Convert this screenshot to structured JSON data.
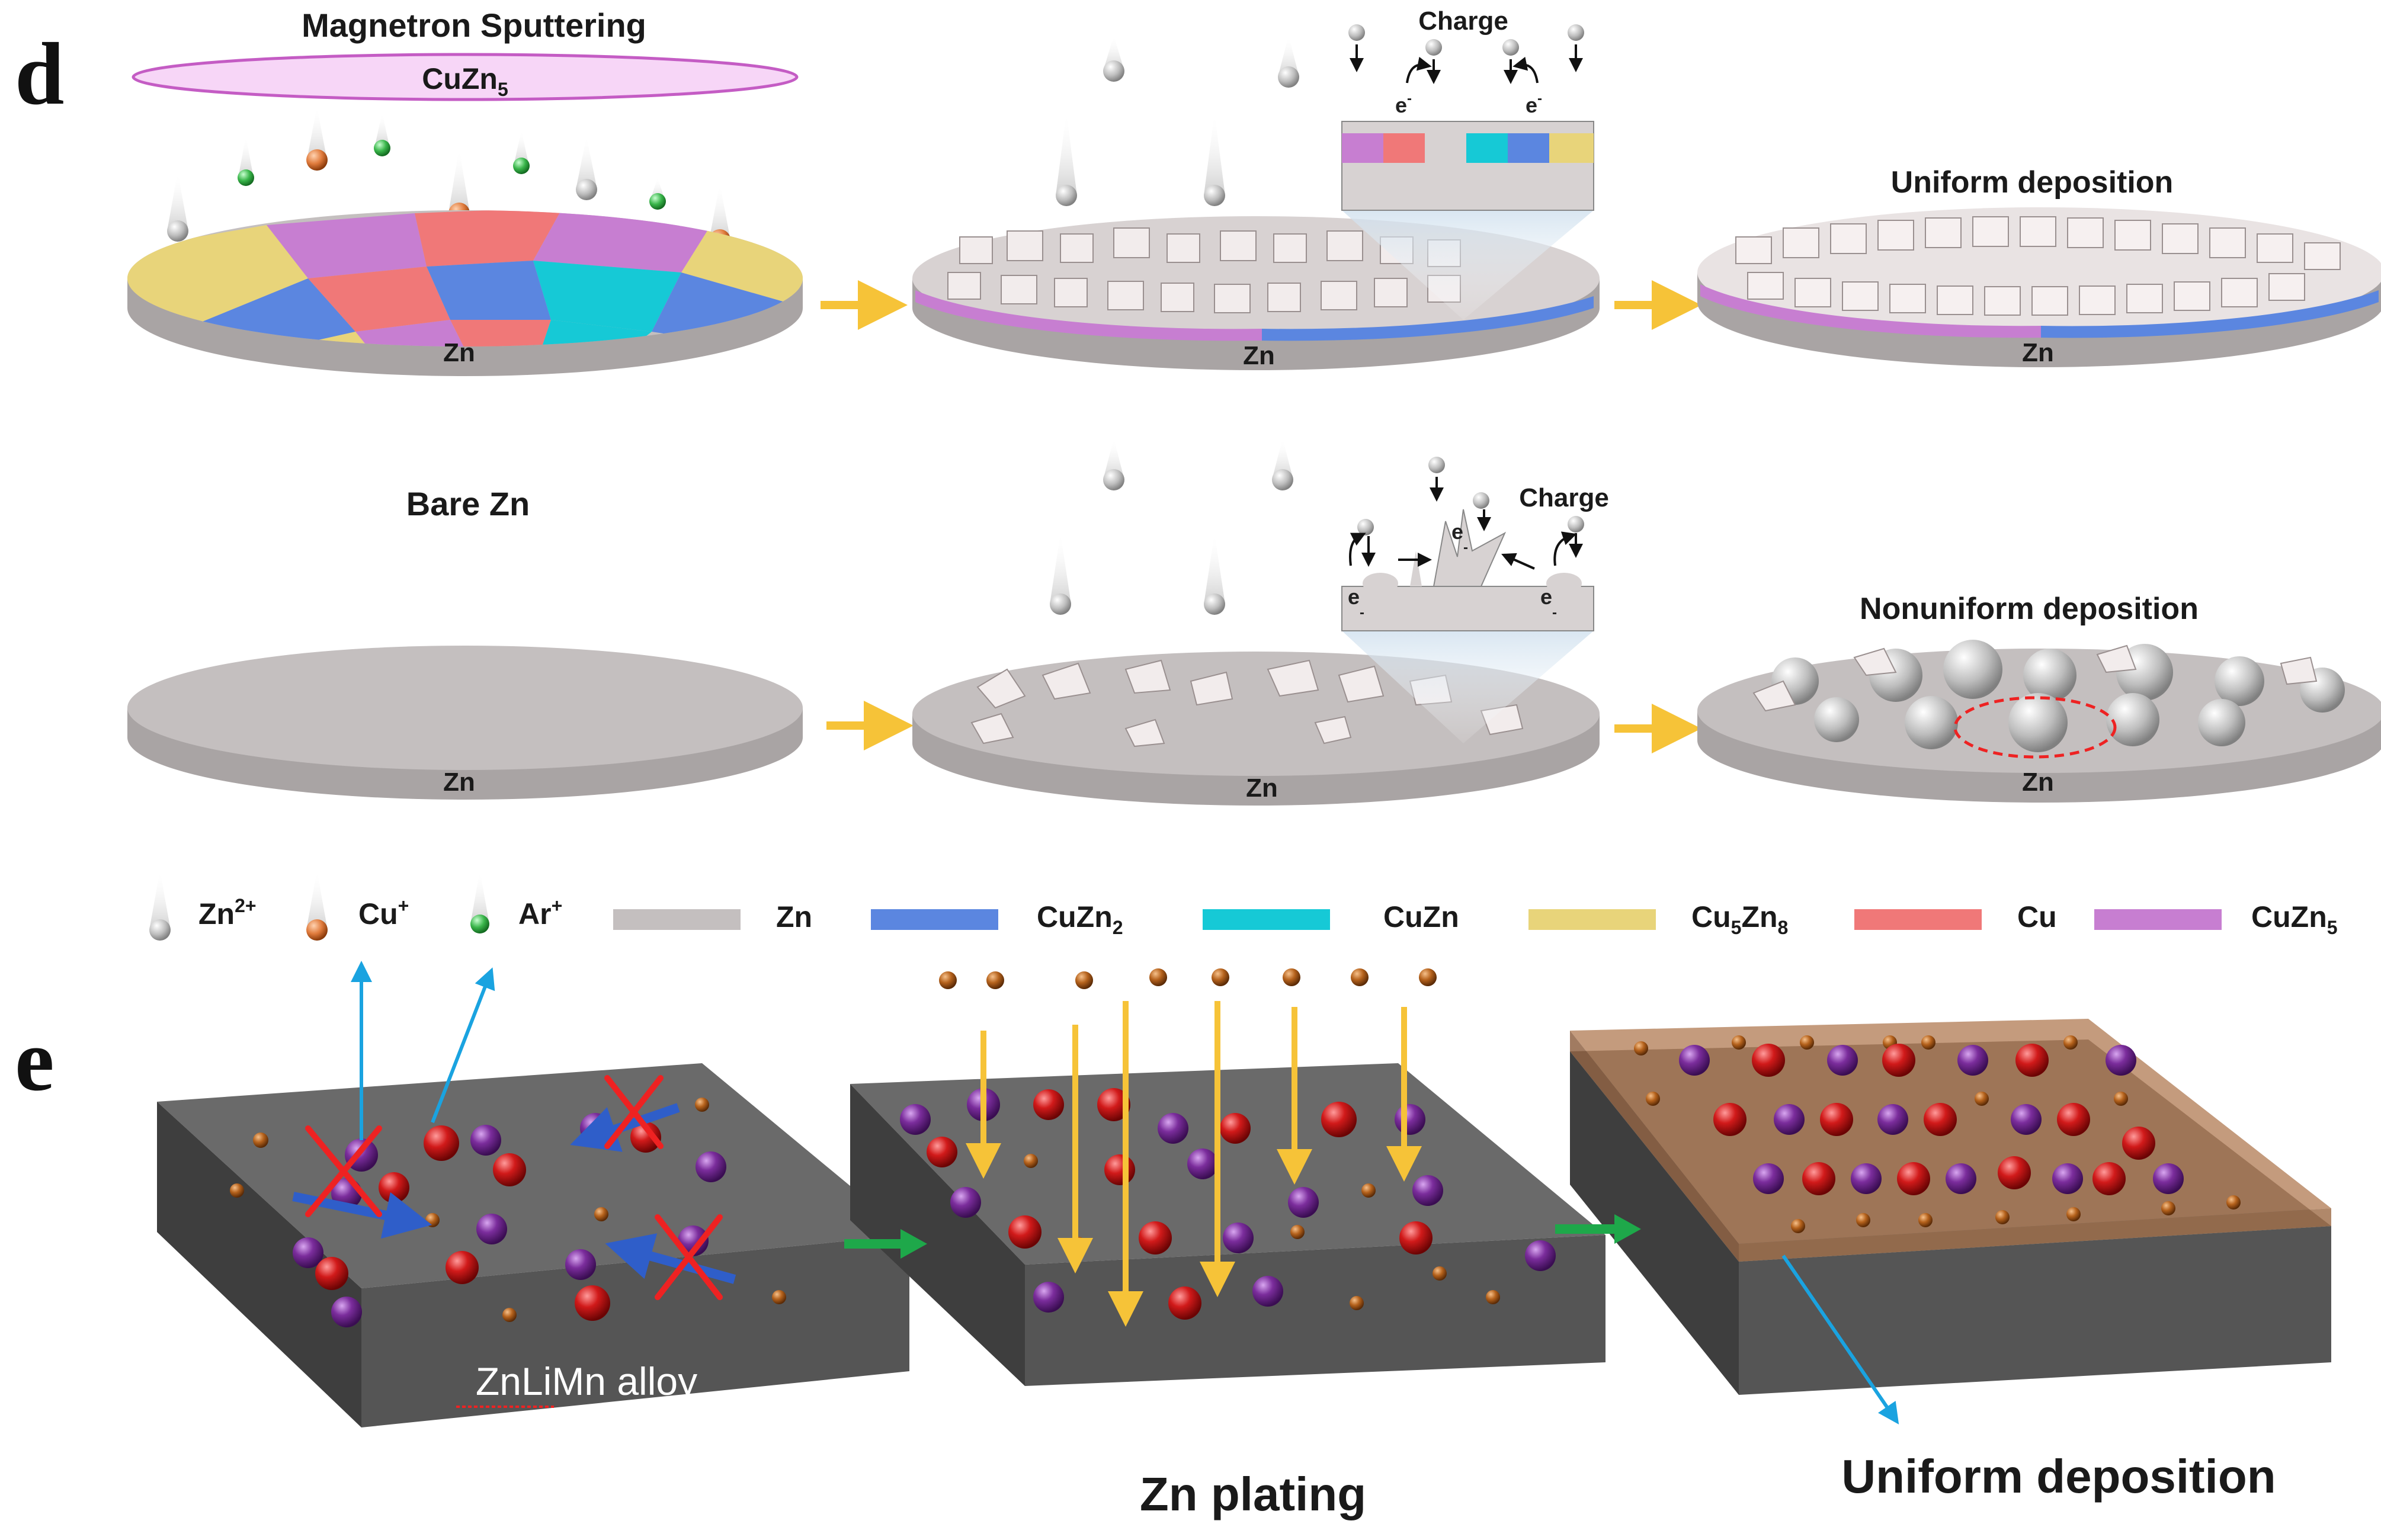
{
  "panels": {
    "d": {
      "label": "d",
      "title_top": "Magnetron Sputtering",
      "target": {
        "base": "CuZn",
        "sub": "5"
      },
      "substrate": "Zn",
      "charge_label": "Charge",
      "electron": "e",
      "electron_sup": "-",
      "bare_label": "Bare Zn",
      "uniform_label": "Uniform deposition",
      "nonuniform_label": "Nonuniform deposition"
    },
    "e": {
      "label": "e",
      "alloy_label": "ZnLiMn alloy",
      "plating_label": "Zn plating",
      "uniform_label": "Uniform deposition"
    }
  },
  "legend": {
    "ions": [
      {
        "base": "Zn",
        "sup": "2+",
        "color": "#bdbdbd"
      },
      {
        "base": "Cu",
        "sup": "+",
        "color": "#e07b3c"
      },
      {
        "base": "Ar",
        "sup": "+",
        "color": "#39b54a"
      }
    ],
    "phases": [
      {
        "base": "Zn",
        "sub": "",
        "color": "#c4bfbf"
      },
      {
        "base": "CuZn",
        "sub": "2",
        "color": "#5b86e0"
      },
      {
        "base": "CuZn",
        "sub": "",
        "color": "#16c9d6"
      },
      {
        "base": "Cu",
        "sub": "5",
        "tail": "Zn",
        "sub2": "8",
        "color": "#e8d47a"
      },
      {
        "base": "Cu",
        "sub": "",
        "color": "#f07878"
      },
      {
        "base": "CuZn",
        "sub": "5",
        "color": "#c77ed1"
      }
    ]
  },
  "colors": {
    "zn": "#c4bfbf",
    "arrow_flow": "#f6c338",
    "arrow_step": "#1ea84a",
    "block": "#5d5d5d",
    "purple_atom": "#7b2d9c",
    "red_atom": "#d11a1a",
    "cu_atom": "#b5621c",
    "cross": "#ee2222",
    "blue_arrow": "#2f5ec9",
    "cyan_arrow": "#1aa3e0",
    "copper_layer": "#b07a52"
  }
}
